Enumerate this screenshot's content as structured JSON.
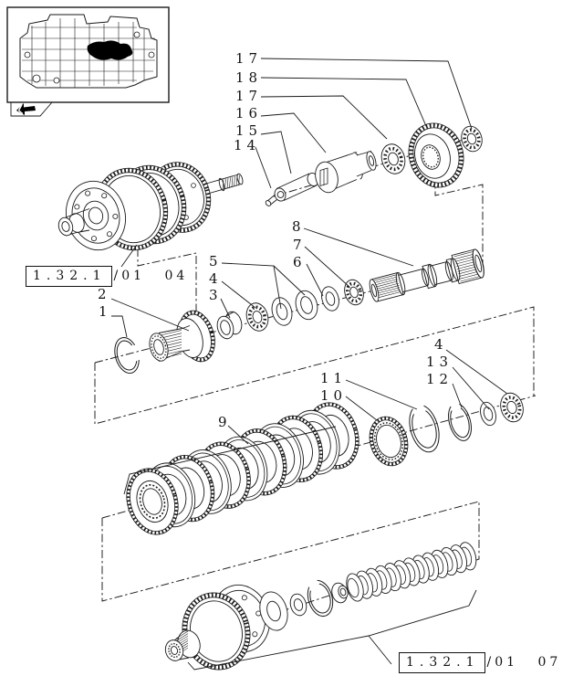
{
  "diagram": {
    "title_hint": "exploded parts diagram - transmission clutch shaft section",
    "callouts": {
      "c17a": "17",
      "c18": "18",
      "c17b": "17",
      "c16": "16",
      "c15": "15",
      "c14": "14",
      "c8": "8",
      "c7": "7",
      "c6": "6",
      "c5": "5",
      "c4a": "4",
      "c3": "3",
      "c2": "2",
      "c1": "1",
      "c9": "9",
      "c11": "11",
      "c10": "10",
      "c4b": "4",
      "c13": "13",
      "c12": "12"
    },
    "refs": {
      "mid": {
        "code": "1.32.1",
        "suffix": "/01 04"
      },
      "bottom": {
        "code": "1.32.1",
        "suffix": "/01 07"
      }
    },
    "colors": {
      "line": "#1a1a1a",
      "background": "#ffffff",
      "highlight_blob": "#000000"
    },
    "parts": [
      {
        "num": "1",
        "name": "snap-ring"
      },
      {
        "num": "2",
        "name": "splined-gear-hub"
      },
      {
        "num": "3",
        "name": "bushing"
      },
      {
        "num": "4",
        "name": "needle-bearing"
      },
      {
        "num": "5",
        "name": "thrust-washer-pair"
      },
      {
        "num": "6",
        "name": "washer"
      },
      {
        "num": "7",
        "name": "bearing"
      },
      {
        "num": "8",
        "name": "splined-shaft"
      },
      {
        "num": "9",
        "name": "clutch-disc-pack"
      },
      {
        "num": "10",
        "name": "toothed-ring"
      },
      {
        "num": "11",
        "name": "large-snap-ring"
      },
      {
        "num": "12",
        "name": "snap-ring"
      },
      {
        "num": "13",
        "name": "washer"
      },
      {
        "num": "14",
        "name": "pin"
      },
      {
        "num": "15",
        "name": "lever-link"
      },
      {
        "num": "16",
        "name": "coupler"
      },
      {
        "num": "17",
        "name": "bearing"
      },
      {
        "num": "18",
        "name": "gear"
      }
    ]
  }
}
